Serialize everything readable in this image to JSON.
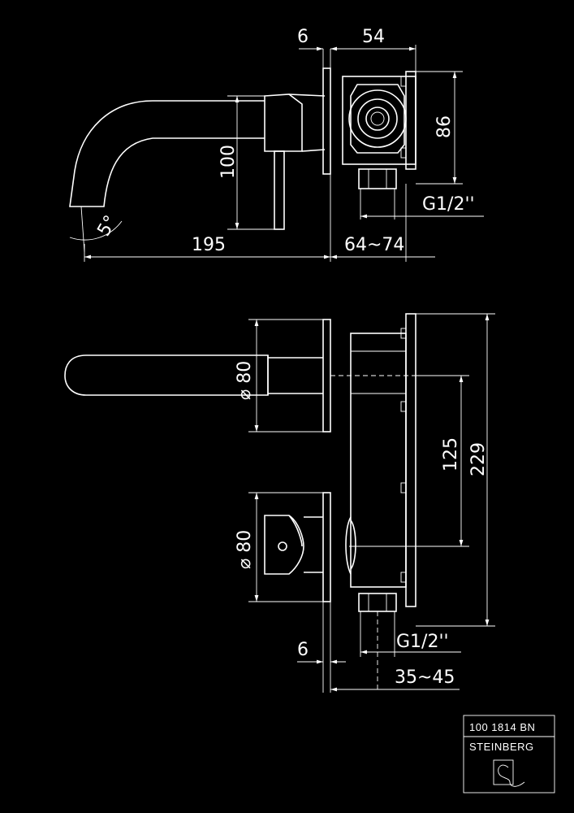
{
  "dimensions": {
    "top_flange": "6",
    "top_box_depth": "54",
    "box_height": "86",
    "spout_height": "100",
    "spout_length": "195",
    "install_depth_top": "64~74",
    "angle": "5°",
    "thread_top": "G1/2''",
    "rosette_upper": "80",
    "rosette_lower": "80",
    "axis_spacing": "125",
    "plate_height": "229",
    "bottom_flange": "6",
    "thread_bottom": "G1/2''",
    "install_depth_bottom": "35~45"
  },
  "title_block": {
    "code": "100 1814 BN",
    "brand": "STEINBERG"
  },
  "colors": {
    "background": "#000000",
    "line": "#ffffff"
  }
}
